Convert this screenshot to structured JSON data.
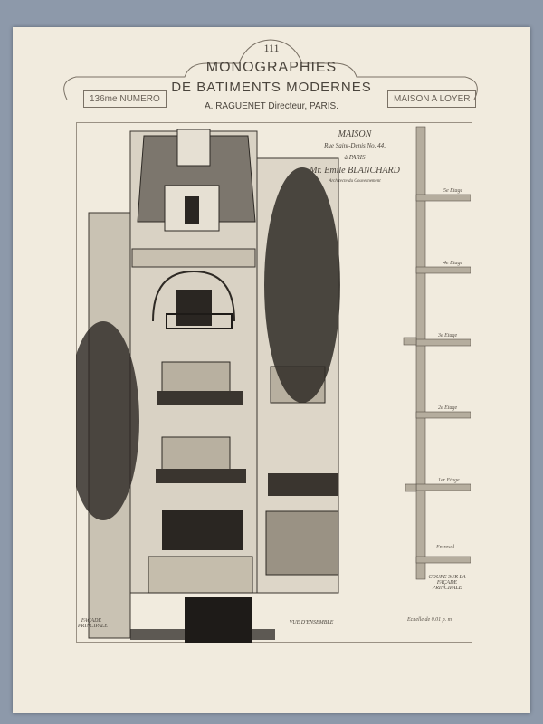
{
  "header": {
    "plate_number": "111",
    "title": "MONOGRAPHIES",
    "subtitle": "DE BATIMENTS MODERNES",
    "director": "A. RAGUENET Directeur, PARIS.",
    "issue": "136me NUMERO",
    "category": "MAISON A LOYER"
  },
  "caption": {
    "title": "MAISON",
    "address": "Rue Saint-Denis No. 44,",
    "city": "à PARIS",
    "architect": "Mr. Emile BLANCHARD",
    "architect_role": "Architecte du Gouvernement"
  },
  "section": {
    "floors": [
      "5e Etage",
      "4e Etage",
      "3e Etage",
      "2e Etage",
      "1er Etage",
      "Entresol"
    ],
    "title": "COUPE SUR LA FAÇADE PRINCIPALE",
    "scale": "Echelle de 0.01 p. m."
  },
  "footer": {
    "left_label": "FAÇADE PRINCIPALE",
    "center_label": "VUE D'ENSEMBLE"
  }
}
